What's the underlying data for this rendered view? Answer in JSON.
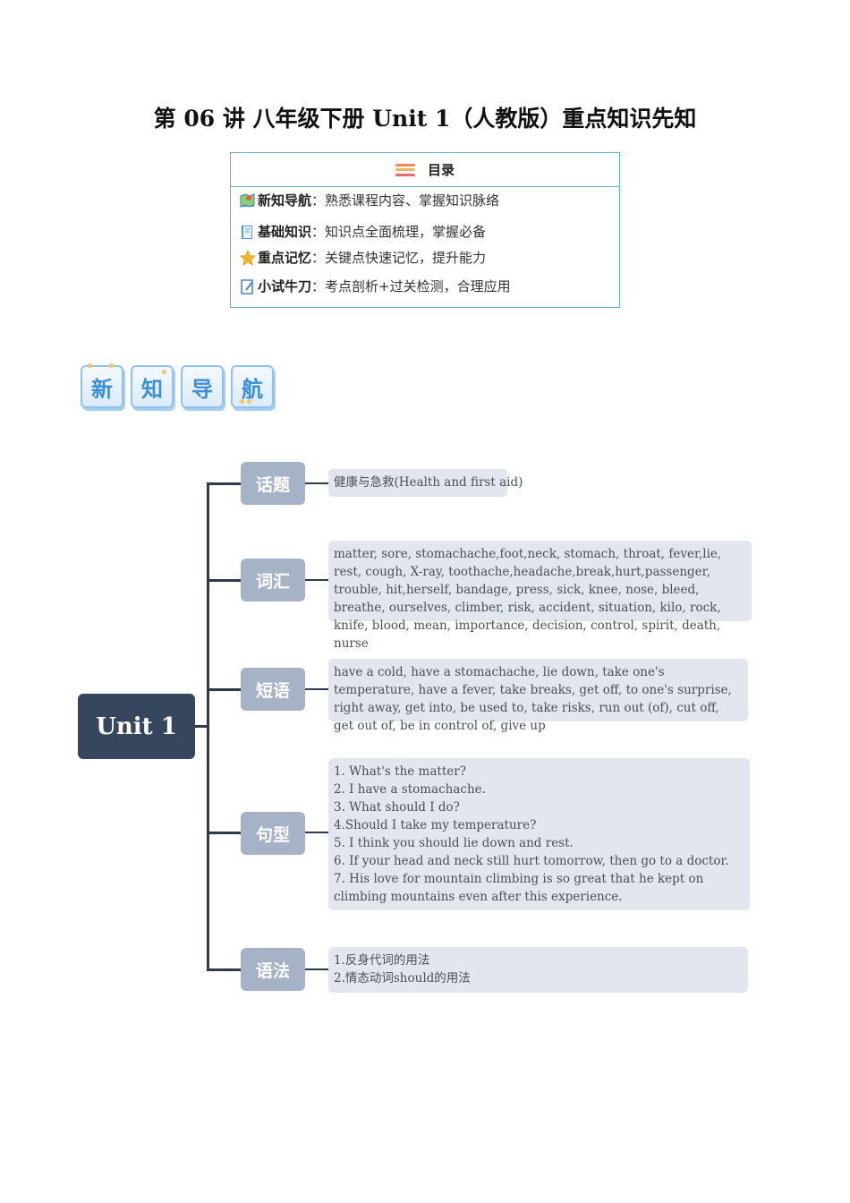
{
  "title": "第 06 讲    八年级下册 Unit 1（人教版）重点知识先知",
  "toc": {
    "heading": "目录",
    "rows": [
      {
        "label": "新知导航",
        "desc": "：熟悉课程内容、掌握知识脉络"
      },
      {
        "label": "基础知识",
        "desc": "：知识点全面梳理，掌握必备"
      },
      {
        "label": "重点记忆",
        "desc": "：关键点快速记忆，提升能力"
      },
      {
        "label": "小试牛刀",
        "desc": "：考点剖析+过关检测，合理应用"
      }
    ]
  },
  "section_tiles": [
    "新",
    "知",
    "导",
    "航"
  ],
  "mindmap": {
    "root": "Unit 1",
    "branches": [
      {
        "label": "话题",
        "lines": [
          "健康与急救(Health and first aid)"
        ]
      },
      {
        "label": "词汇",
        "text": "matter, sore, stomachache,foot,neck, stomach, throat, fever,lie, rest, cough, X-ray, toothache,headache,break,hurt,passenger, trouble, hit,herself, bandage, press, sick, knee, nose, bleed, breathe, ourselves, climber, risk, accident, situation, kilo, rock, knife, blood, mean, importance, decision, control, spirit, death, nurse"
      },
      {
        "label": "短语",
        "text": "have a cold, have a stomachache, lie down, take one's temperature, have a fever, take breaks, get off, to one's surprise, right away, get into, be used to, take risks, run out (of), cut off, get out of, be in control of, give up"
      },
      {
        "label": "句型",
        "lines": [
          "1. What's the matter?",
          "2. I have a stomachache.",
          "3. What should I do?",
          "4.Should I take my temperature?",
          "5. I think you should lie down and rest.",
          "6. If your head and neck still hurt tomorrow, then go to a doctor.",
          "7. His love for mountain climbing is so great that he kept on climbing mountains even after this experience."
        ]
      },
      {
        "label": "语法",
        "lines": [
          "1.反身代词的用法",
          "2.情态动词should的用法"
        ]
      }
    ]
  }
}
